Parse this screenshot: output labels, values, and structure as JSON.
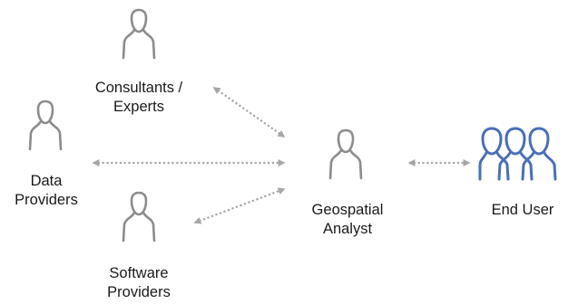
{
  "colors": {
    "person_outline": "#8c8c8c",
    "end_user_outline": "#4a6fb5",
    "connector": "#a6a6a6",
    "text": "#1a1a1a"
  },
  "nodes": {
    "consultants": {
      "label_line1": "Consultants /",
      "label_line2": "Experts",
      "icon": "person-outline-icon"
    },
    "data_providers": {
      "label_line1": "Data",
      "label_line2": "Providers",
      "icon": "person-outline-icon"
    },
    "software_providers": {
      "label_line1": "Software",
      "label_line2": "Providers",
      "icon": "person-outline-icon"
    },
    "geospatial_analyst": {
      "label_line1": "Geospatial",
      "label_line2": "Analyst",
      "icon": "person-outline-icon"
    },
    "end_user": {
      "label": "End User",
      "icon": "people-group-icon"
    }
  },
  "connections": [
    {
      "from": "Consultants / Experts",
      "to": "Geospatial Analyst",
      "style": "dotted",
      "arrows": "both"
    },
    {
      "from": "Data Providers",
      "to": "Geospatial Analyst",
      "style": "dotted",
      "arrows": "both"
    },
    {
      "from": "Software Providers",
      "to": "Geospatial Analyst",
      "style": "dotted",
      "arrows": "both"
    },
    {
      "from": "Geospatial Analyst",
      "to": "End User",
      "style": "dotted",
      "arrows": "both"
    }
  ]
}
